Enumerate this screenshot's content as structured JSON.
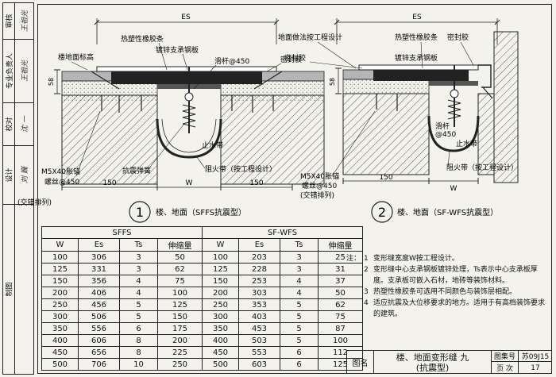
{
  "sidebar": {
    "roles": [
      {
        "label": "审核",
        "signature": "王祖光"
      },
      {
        "label": "专业负责人",
        "signature": "王祖光"
      },
      {
        "label": "校对",
        "signature": "沈 一"
      },
      {
        "label": "设计",
        "signature": "刘 巍"
      },
      {
        "label": "制图",
        "signature": ""
      }
    ]
  },
  "drawing": {
    "dim_es_1": "ES",
    "dim_es_2": "ES",
    "dim_58_1": "58",
    "dim_58_2": "58",
    "dim_150_left": "150",
    "dim_w_1": "W",
    "dim_150_mid": "150",
    "dim_150_2": "150",
    "dim_w_2": "W",
    "label_rubber_strip": "热塑性橡胶条",
    "label_steel_plate": "镀锌支承钢板",
    "label_floor_finish": "楼地面标高",
    "label_slide_bar": "滑杆@450",
    "label_sealant_1": "密封胶",
    "label_water_stop_1": "止水带",
    "label_anchor_1": "M5X40胀锚",
    "label_anchor_1b": "螺丝@450",
    "label_anchor_1c": "(交错排列)",
    "label_spring": "抗震弹簧",
    "label_fire_1": "阻火带（按工程设计）",
    "label_finish_design": "地面做法按工程设计",
    "label_rubber_strip_2": "热塑性橡胶条",
    "label_steel_plate_2": "镀锌支承钢板",
    "label_sealant_2a": "密封胶",
    "label_sealant_2b": "密封胶",
    "label_slide_bar_2": "滑杆",
    "label_slide_bar_2b": "@450",
    "label_water_stop_2": "止水带",
    "label_fire_2": "阻火带（按工程设计）",
    "label_anchor_2": "M5X40胀锚",
    "label_anchor_2b": "螺丝@450",
    "label_anchor_2c": "(交错排列)",
    "detail_1_no": "1",
    "detail_1_title": "楼、地面（SFFS抗震型）",
    "detail_2_no": "2",
    "detail_2_title": "楼、地面（SF-WFS抗震型）"
  },
  "table": {
    "group_1": "SFFS",
    "group_2": "SF-WFS",
    "headers": [
      "W",
      "Es",
      "Ts",
      "伸缩量",
      "W",
      "Es",
      "Ts",
      "伸缩量"
    ],
    "rows": [
      [
        "100",
        "306",
        "3",
        "50",
        "100",
        "203",
        "3",
        "25"
      ],
      [
        "125",
        "331",
        "3",
        "62",
        "125",
        "228",
        "3",
        "31"
      ],
      [
        "150",
        "356",
        "4",
        "75",
        "150",
        "253",
        "4",
        "37"
      ],
      [
        "200",
        "406",
        "4",
        "100",
        "200",
        "303",
        "4",
        "50"
      ],
      [
        "250",
        "456",
        "5",
        "125",
        "250",
        "353",
        "5",
        "62"
      ],
      [
        "300",
        "506",
        "5",
        "150",
        "300",
        "403",
        "5",
        "75"
      ],
      [
        "350",
        "556",
        "6",
        "175",
        "350",
        "453",
        "5",
        "87"
      ],
      [
        "400",
        "606",
        "8",
        "200",
        "400",
        "503",
        "5",
        "100"
      ],
      [
        "450",
        "656",
        "8",
        "225",
        "450",
        "553",
        "6",
        "112"
      ],
      [
        "500",
        "706",
        "10",
        "250",
        "500",
        "603",
        "6",
        "125"
      ]
    ]
  },
  "notes": {
    "heading": "注：",
    "items": [
      {
        "no": "1",
        "text": "变形缝宽度W按工程设计。"
      },
      {
        "no": "2",
        "text": "变形缝中心支承钢板镀锌处理，Ts表示中心支承板厚度。支承板可嵌入石材，地砖等装饰材料。"
      },
      {
        "no": "3",
        "text": "热塑性橡胶条可选用不同颜色与装饰层相配。"
      },
      {
        "no": "4",
        "text": "适应抗震及大位移要求的地方。适用于有高档装饰要求的建筑。"
      }
    ]
  },
  "title_block": {
    "name_label": "图名",
    "name_line1": "楼、地面变形缝 九",
    "name_line2": "(抗震型)",
    "atlas_label": "图集号",
    "atlas_value": "苏09J15",
    "page_label": "页 次",
    "page_value": "17"
  }
}
